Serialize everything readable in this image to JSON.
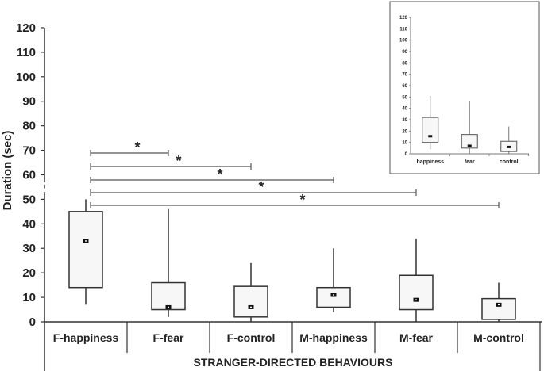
{
  "chart_data": {
    "type": "box",
    "ylabel": "Duration (sec)",
    "xlabel": "STRANGER-DIRECTED BEHAVIOURS",
    "ylim": [
      0,
      120
    ],
    "yticks": [
      0,
      10,
      20,
      30,
      40,
      50,
      60,
      70,
      80,
      90,
      100,
      110,
      120
    ],
    "axis_break_between": [
      50,
      60
    ],
    "categories": [
      "F-happiness",
      "F-fear",
      "F-control",
      "M-happiness",
      "M-fear",
      "M-control"
    ],
    "boxes": [
      {
        "name": "F-happiness",
        "whisker_low": 7,
        "q1": 14,
        "median": 33,
        "q3": 45,
        "whisker_high": 50
      },
      {
        "name": "F-fear",
        "whisker_low": 2,
        "q1": 5,
        "median": 6,
        "q3": 16,
        "whisker_high": 46
      },
      {
        "name": "F-control",
        "whisker_low": 0,
        "q1": 2,
        "median": 6,
        "q3": 14.5,
        "whisker_high": 24
      },
      {
        "name": "M-happiness",
        "whisker_low": 4,
        "q1": 6,
        "median": 11,
        "q3": 14,
        "whisker_high": 30
      },
      {
        "name": "M-fear",
        "whisker_low": 0,
        "q1": 5,
        "median": 9,
        "q3": 19,
        "whisker_high": 34
      },
      {
        "name": "M-control",
        "whisker_low": 0,
        "q1": 1,
        "median": 7,
        "q3": 9.5,
        "whisker_high": 16
      }
    ],
    "significance": [
      {
        "from": "F-happiness",
        "to": "F-fear",
        "label": "*"
      },
      {
        "from": "F-happiness",
        "to": "F-control",
        "label": "*"
      },
      {
        "from": "F-happiness",
        "to": "M-happiness",
        "label": "*"
      },
      {
        "from": "F-happiness",
        "to": "M-fear",
        "label": "*"
      },
      {
        "from": "F-happiness",
        "to": "M-control",
        "label": "*"
      }
    ],
    "inset": {
      "ylim": [
        0,
        120
      ],
      "yticks": [
        0,
        10,
        20,
        30,
        40,
        50,
        60,
        70,
        80,
        90,
        100,
        110,
        120
      ],
      "categories": [
        "happiness",
        "fear",
        "control"
      ],
      "boxes": [
        {
          "name": "happiness",
          "whisker_low": 4,
          "q1": 10,
          "median": 15.5,
          "q3": 32,
          "whisker_high": 51
        },
        {
          "name": "fear",
          "whisker_low": 0,
          "q1": 5,
          "median": 7,
          "q3": 17,
          "whisker_high": 46
        },
        {
          "name": "control",
          "whisker_low": 0,
          "q1": 2,
          "median": 6,
          "q3": 11,
          "whisker_high": 24
        }
      ]
    }
  }
}
